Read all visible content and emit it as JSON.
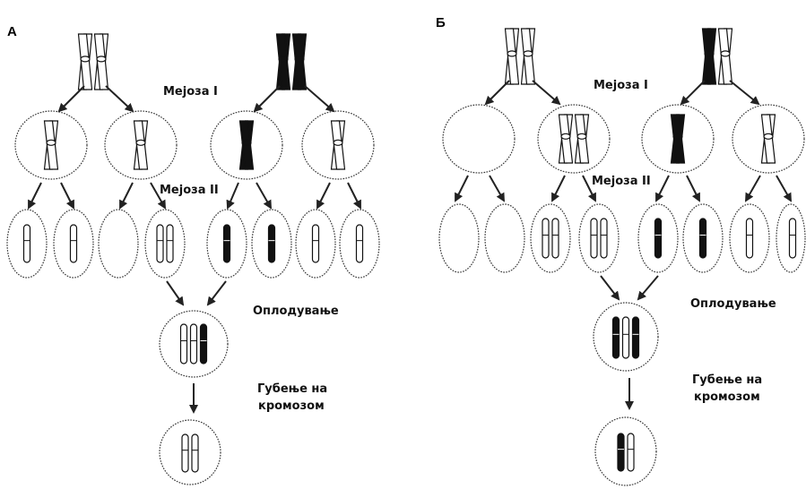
{
  "colors": {
    "light_chromosome": "#ffffff",
    "dark_chromosome": "#111111",
    "line": "#222222"
  },
  "panels": [
    {
      "letter": "А",
      "labels": {
        "meiosis1": "Мејоза I",
        "meiosis2": "Мејоза II",
        "fertilization": "Оплодување",
        "loss_line1": "Губење на",
        "loss_line2": "кромозом"
      }
    },
    {
      "letter": "Б",
      "labels": {
        "meiosis1": "Мејоза I",
        "meiosis2": "Мејоза II",
        "fertilization": "Оплодување",
        "loss_line1": "Губење на",
        "loss_line2": "кромозом"
      }
    }
  ]
}
